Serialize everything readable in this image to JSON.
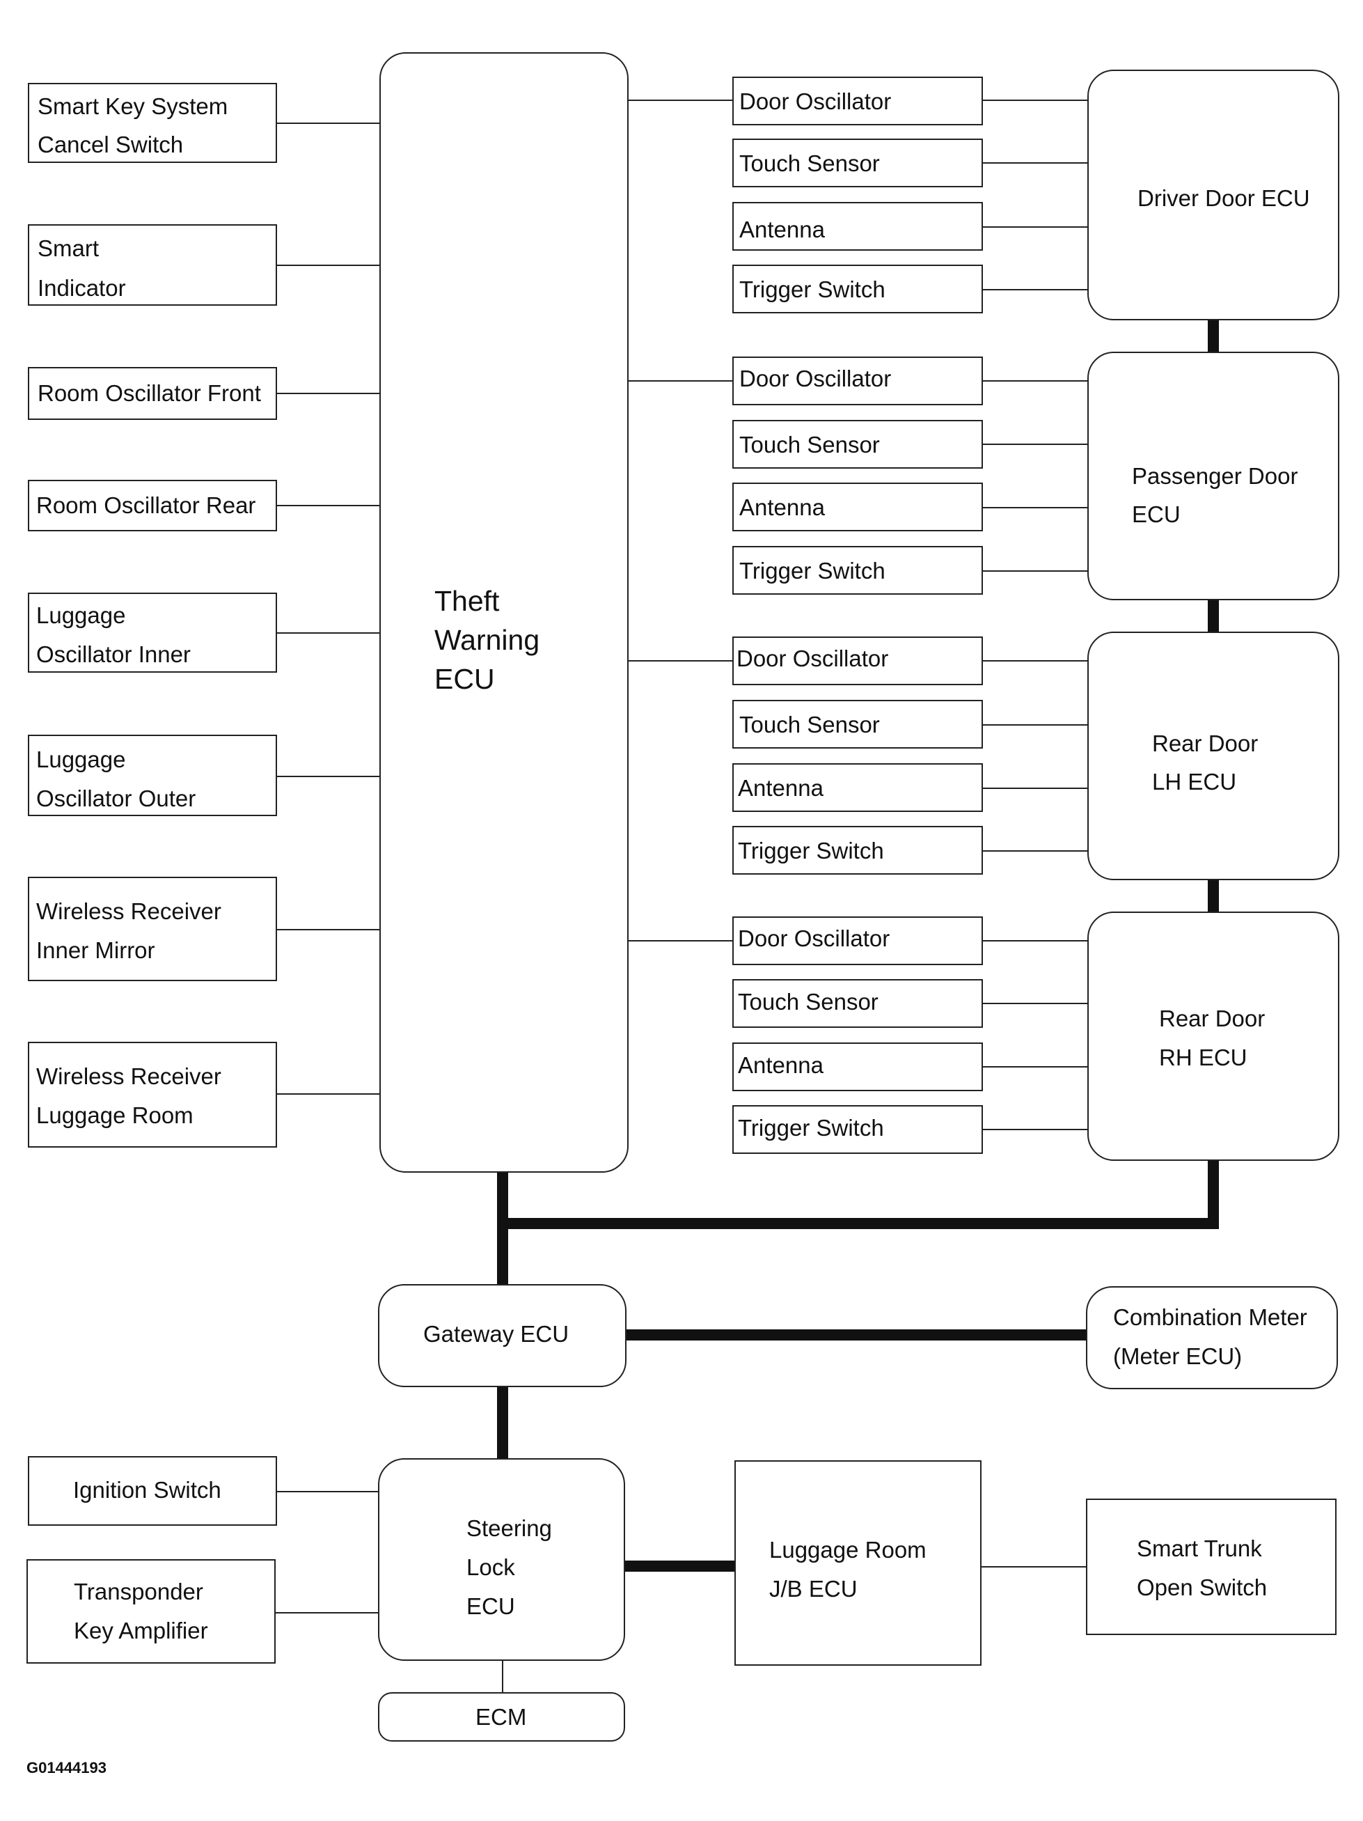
{
  "left_components": {
    "smart_key_cancel": [
      "Smart Key System",
      "Cancel Switch"
    ],
    "smart_indicator": [
      "Smart",
      "Indicator"
    ],
    "room_osc_front": "Room Oscillator Front",
    "room_osc_rear": "Room Oscillator Rear",
    "luggage_osc_inner": [
      "Luggage",
      "Oscillator Inner"
    ],
    "luggage_osc_outer": [
      "Luggage",
      "Oscillator Outer"
    ],
    "wireless_mirror": [
      "Wireless Receiver",
      "Inner Mirror"
    ],
    "wireless_luggage": [
      "Wireless Receiver",
      "Luggage Room"
    ]
  },
  "theft_ecu": [
    "Theft",
    "Warning",
    "ECU"
  ],
  "door_inputs": [
    "Door Oscillator",
    "Touch Sensor",
    "Antenna",
    "Trigger Switch"
  ],
  "door_ecus": {
    "driver": [
      "Driver Door ECU"
    ],
    "passenger": [
      "Passenger Door",
      "ECU"
    ],
    "rear_lh": [
      "Rear Door",
      "LH ECU"
    ],
    "rear_rh": [
      "Rear Door",
      "RH ECU"
    ]
  },
  "gateway_ecu": "Gateway ECU",
  "combination_meter": [
    "Combination Meter",
    "(Meter ECU)"
  ],
  "ignition_switch": "Ignition Switch",
  "transponder": [
    "Transponder",
    "Key Amplifier"
  ],
  "steering_lock": [
    "Steering",
    "Lock",
    "ECU"
  ],
  "luggage_jb": [
    "Luggage Room",
    "J/B ECU"
  ],
  "smart_trunk": [
    "Smart Trunk",
    "Open Switch"
  ],
  "ecm": "ECM",
  "figure_code": "G01444193"
}
